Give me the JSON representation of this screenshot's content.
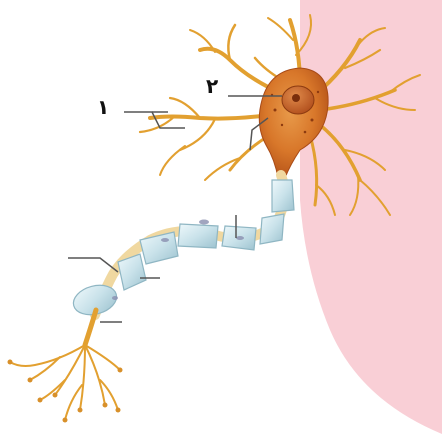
{
  "labels": {
    "one": "١",
    "two": "٢"
  },
  "colors": {
    "page_background": "#ffffff",
    "pink_panel": "#f9cfd6",
    "cell_body": "#d8772a",
    "cell_body_dark": "#b8561a",
    "nucleus": "#c05a22",
    "dendrite": "#e2a030",
    "myelin": "#c9e2ea",
    "myelin_edge": "#8fb6c3",
    "axon_core": "#f0d8a0",
    "leader_line": "#555555"
  },
  "icons": [
    "neuron-illustration"
  ]
}
